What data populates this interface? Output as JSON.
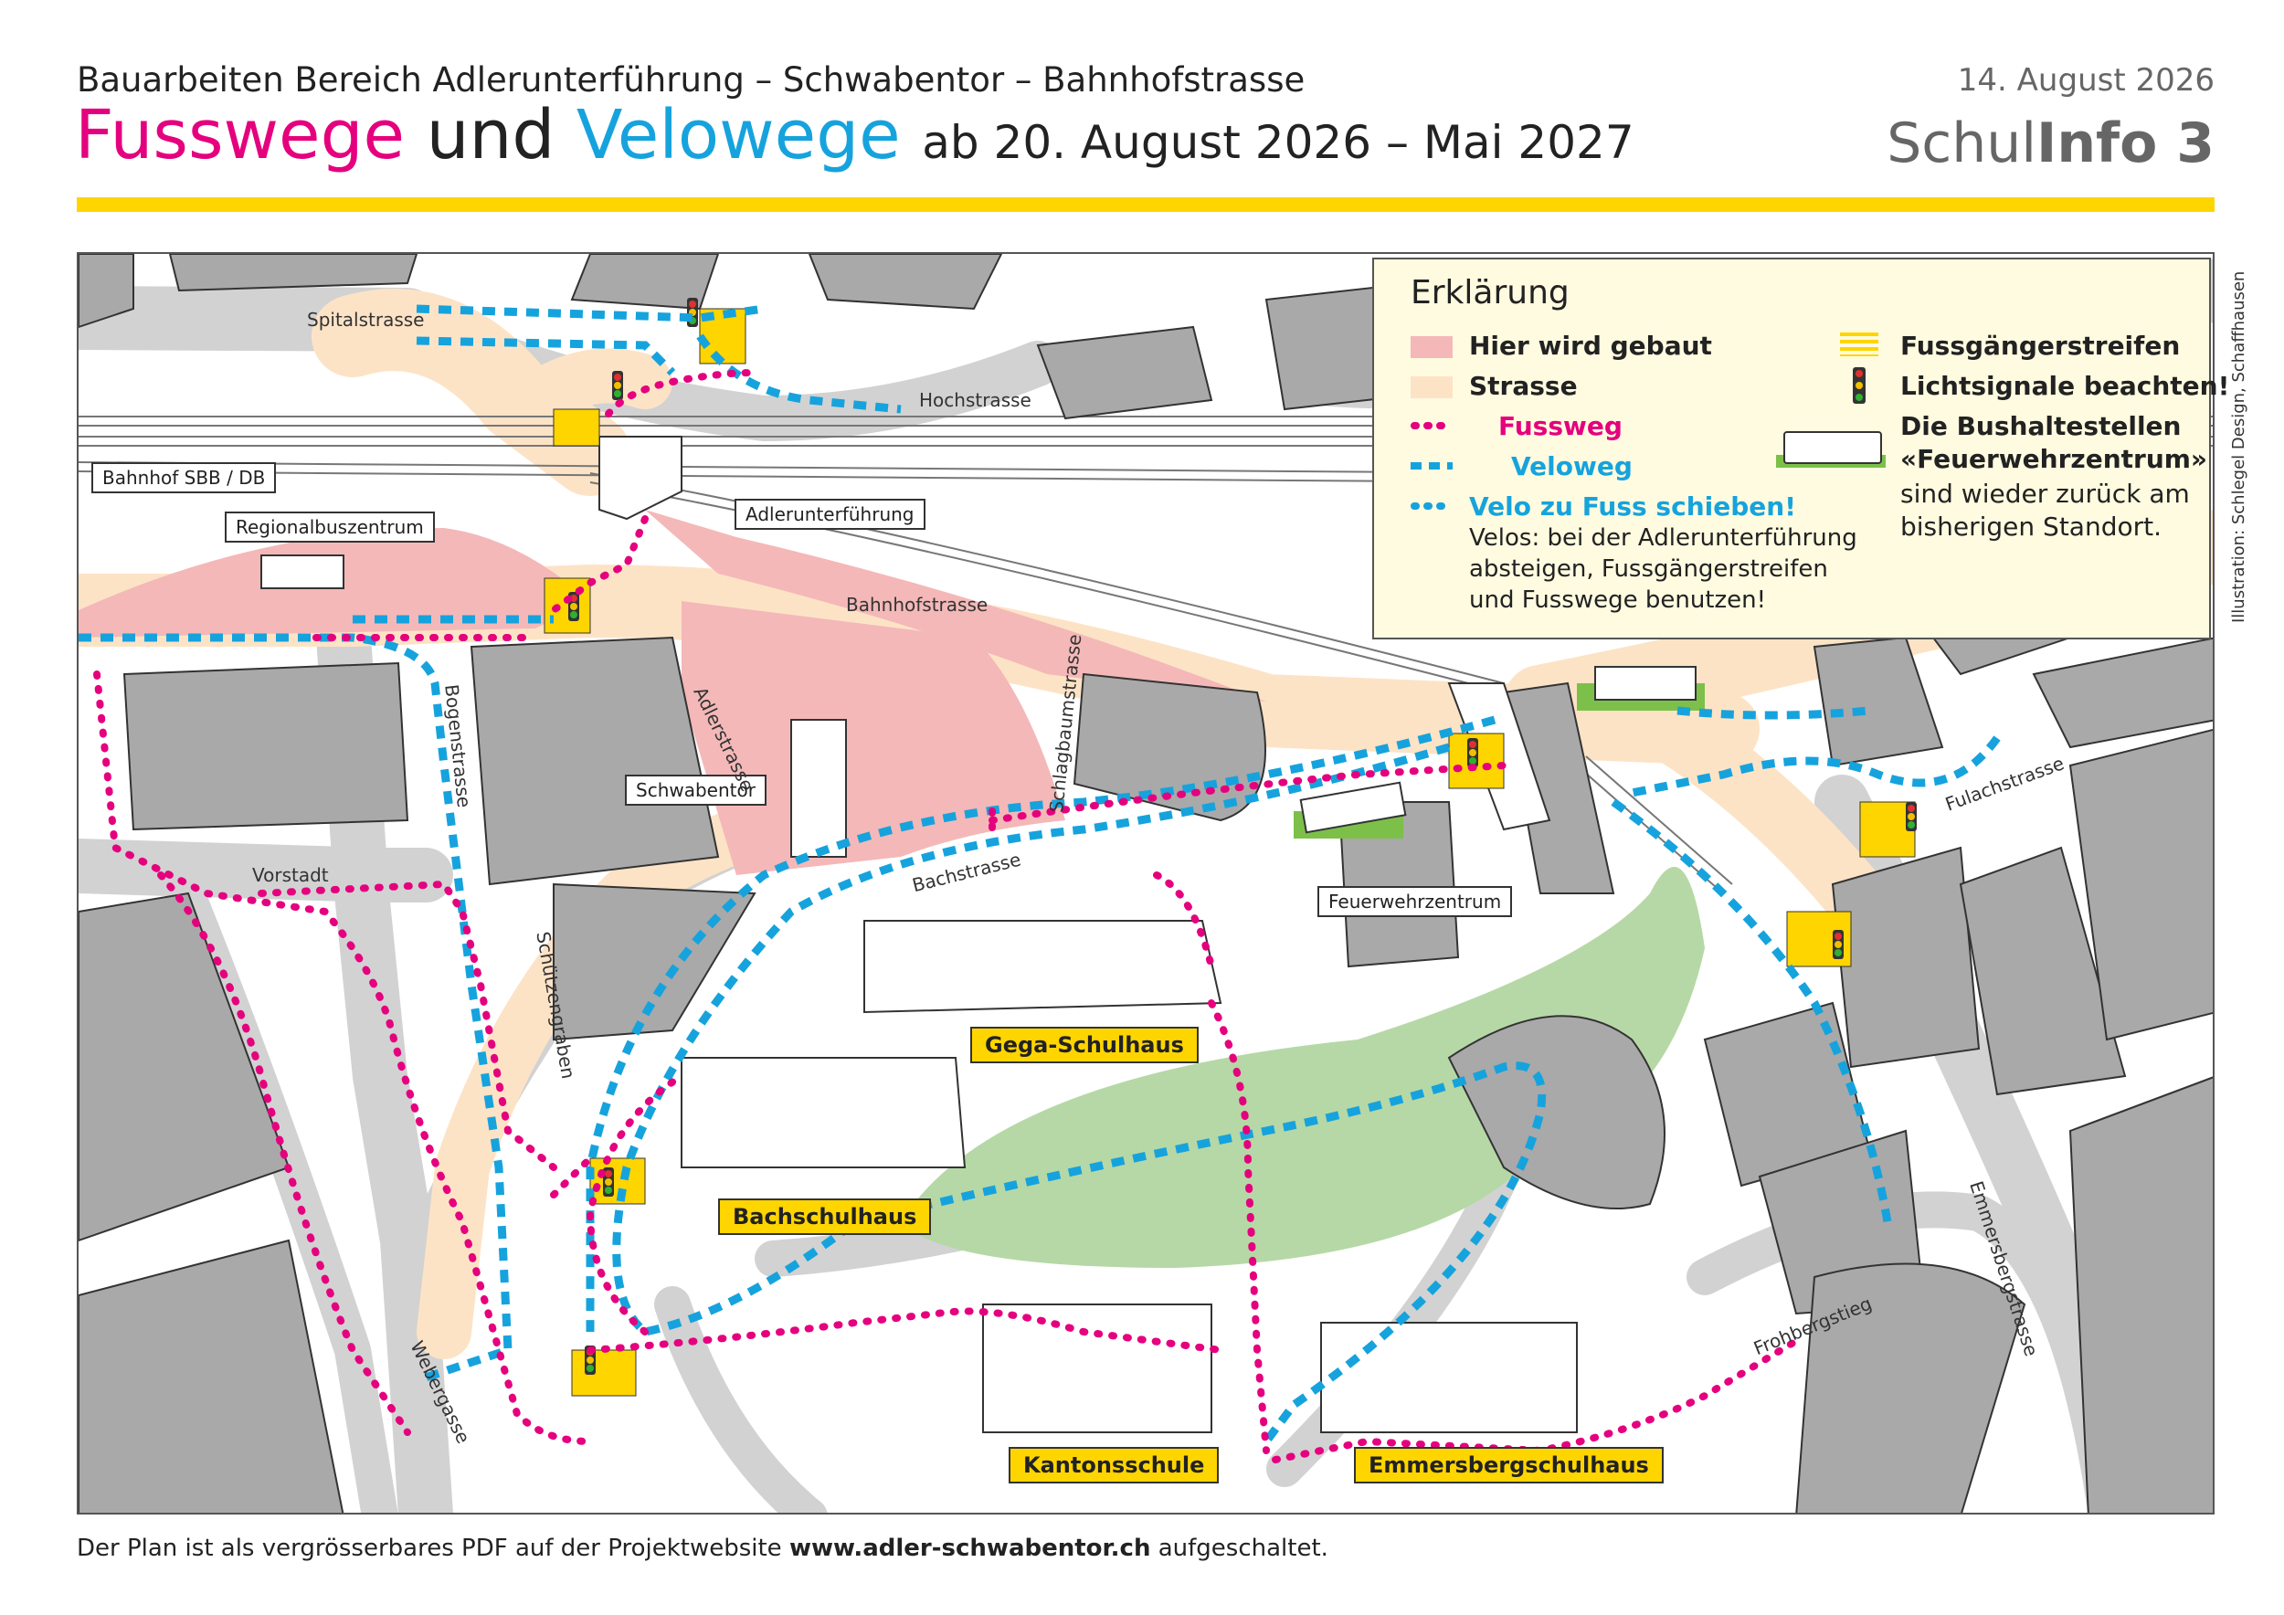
{
  "header": {
    "subtitle": "Bauarbeiten Bereich Adlerunterführung – Schwabentor – Bahnhofstrasse",
    "title_part1": "Fusswege",
    "title_part2": "und",
    "title_part3": "Velowege",
    "title_part4": "ab 20. August 2026 – Mai 2027",
    "date": "14. August 2026",
    "doc_label_a": "Schul",
    "doc_label_b": "Info 3"
  },
  "colors": {
    "magenta": "#e5007e",
    "cyan": "#16a3dd",
    "yellow": "#ffd500",
    "construction": "#f4b8b8",
    "street": "#fde3c6",
    "park": "#b6d8a6",
    "building": "#a9a9a9",
    "road_grey": "#d2d2d2"
  },
  "legend": {
    "title": "Erklärung",
    "construction": "Hier wird gebaut",
    "street": "Strasse",
    "footpath": "Fussweg",
    "bikepath": "Veloweg",
    "push_title": "Velo zu Fuss schieben!",
    "push_line1": "Velos: bei der Adlerunterführung",
    "push_line2": "absteigen, Fussgängerstreifen",
    "push_line3": "und Fusswege benutzen!",
    "crosswalk": "Fussgängerstreifen",
    "signal": "Lichtsignale beachten!",
    "bus_line1": "Die Bushaltestellen",
    "bus_line2": "«Feuerwehrzentrum»",
    "bus_line3": "sind wieder zurück am",
    "bus_line4": "bisherigen Standort."
  },
  "map": {
    "boxed_labels": {
      "bahnhof": "Bahnhof SBB / DB",
      "regionalbus": "Regionalbuszentrum",
      "adlerunterfuehrung": "Adlerunterführung",
      "schwabentor": "Schwabentor",
      "feuerwehrzentrum": "Feuerwehrzentrum"
    },
    "streets": {
      "spitalstrasse": "Spitalstrasse",
      "hochstrasse": "Hochstrasse",
      "bahnhofstrasse": "Bahnhofstrasse",
      "adlerstrasse": "Adlerstrasse",
      "schlagbaumstrasse": "Schlagbaumstrasse",
      "bogenstrasse": "Bogenstrasse",
      "vorstadt": "Vorstadt",
      "schuetzengraben": "Schützengraben",
      "bachstrasse": "Bachstrasse",
      "fulachstrasse": "Fulachstrasse",
      "emmersbergstrasse": "Emmersbergstrasse",
      "frohbergstieg": "Frohbergstieg",
      "webergasse": "Webergasse"
    },
    "schools": {
      "gega": "Gega-Schulhaus",
      "bach": "Bachschulhaus",
      "kanti": "Kantonsschule",
      "emmersberg": "Emmersbergschulhaus"
    }
  },
  "credit": "Illustration: Schlegel Design, Schaffhausen",
  "footer": {
    "before": "Der Plan ist als vergrösserbares PDF auf der Projektwebsite",
    "url": "www.adler-schwabentor.ch",
    "after": "aufgeschaltet."
  }
}
